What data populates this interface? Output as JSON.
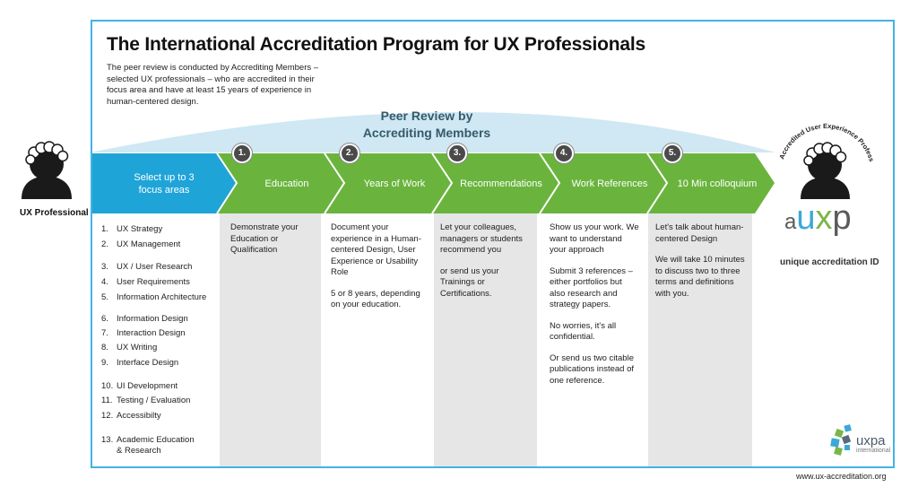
{
  "title": "The International Accreditation Program for UX Professionals",
  "intro": "The peer review is conducted by Accrediting Members – selected UX professionals – who are accredited in their focus area and have at least 15 years of experience in human-centered design.",
  "peer_review": {
    "line1": "Peer Review by",
    "line2": "Accrediting Members"
  },
  "left_person_label": "UX Professional",
  "right_person": {
    "arc_text": "Accredited User Experience Professional",
    "logo_a": "a",
    "logo_u": "u",
    "logo_x": "x",
    "logo_p": "p",
    "id_label": "unique accreditation ID"
  },
  "first_step": {
    "line1": "Select up to 3",
    "line2": "focus areas"
  },
  "steps": [
    {
      "number": "1.",
      "label": "Education"
    },
    {
      "number": "2.",
      "label": "Years of Work"
    },
    {
      "number": "3.",
      "label": "Recommendations"
    },
    {
      "number": "4.",
      "label": "Work References"
    },
    {
      "number": "5.",
      "label": "10 Min colloquium"
    }
  ],
  "focus_areas": [
    {
      "num": "1.",
      "text": "UX Strategy"
    },
    {
      "num": "2.",
      "text": "UX Management"
    },
    {
      "num": "3.",
      "text": "UX / User Research"
    },
    {
      "num": "4.",
      "text": "User Requirements"
    },
    {
      "num": "5.",
      "text": "Information Architecture"
    },
    {
      "num": "6.",
      "text": "Information Design"
    },
    {
      "num": "7.",
      "text": "Interaction Design"
    },
    {
      "num": "8.",
      "text": "UX Writing"
    },
    {
      "num": "9.",
      "text": "Interface Design"
    },
    {
      "num": "10.",
      "text": "UI Development"
    },
    {
      "num": "11.",
      "text": "Testing / Evaluation"
    },
    {
      "num": "12.",
      "text": "Accessibilty"
    },
    {
      "num": "13.",
      "text": "Academic Education"
    },
    {
      "num": "",
      "text": "& Research"
    }
  ],
  "columns": {
    "education": [
      "Demonstrate your Education or Qualification"
    ],
    "years": [
      "Document your experience in a Human-centered Design, User Experience or Usability Role",
      "5 or 8 years, depending on your education."
    ],
    "recommendations": [
      "Let your colleagues, managers or students recommend you",
      "or send us your Trainings or Certifications."
    ],
    "references": [
      "Show us your work. We want to understand your approach",
      "Submit 3 references – either portfolios but also research and strategy papers.",
      "No worries, it's all confidential.",
      "Or send us two citable publications instead of one reference."
    ],
    "colloquium": [
      "Let's talk about human-centered Design",
      "We will take 10 minutes to discuss two to three terms and definitions with you."
    ]
  },
  "footer": {
    "uxpa": "uxpa",
    "uxpa_sub": "international",
    "url": "www.ux-accreditation.org"
  },
  "colors": {
    "frame": "#40b4e5",
    "arc": "#cfe8f3",
    "blue_arrow": "#1fa4d8",
    "green_arrow": "#6ab43e",
    "column_bg": "#e6e6e6",
    "badge": "#4a4a4a"
  }
}
